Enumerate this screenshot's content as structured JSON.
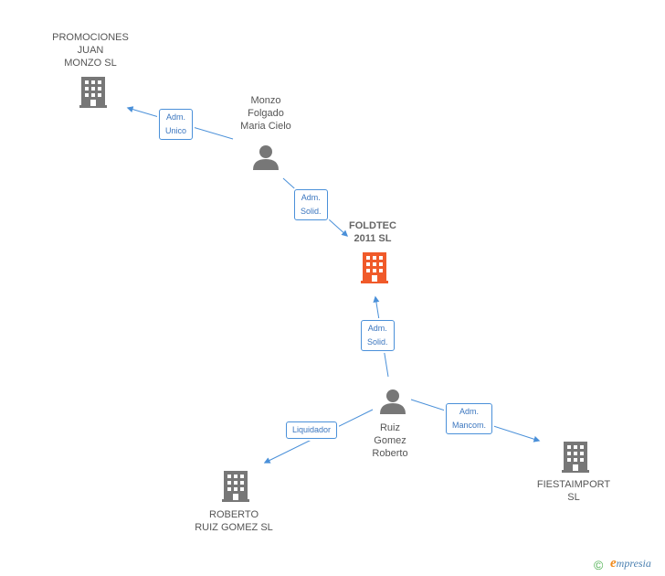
{
  "nodes": {
    "promociones": {
      "label": "PROMOCIONES\nJUAN\nMONZO SL",
      "kind": "company"
    },
    "monzo": {
      "label": "Monzo\nFolgado\nMaria Cielo",
      "kind": "person"
    },
    "foldtec": {
      "label": "FOLDTEC\n2011 SL",
      "kind": "company-main"
    },
    "ruiz": {
      "label": "Ruiz\nGomez\nRoberto",
      "kind": "person"
    },
    "fiestaimport": {
      "label": "FIESTAIMPORT\nSL",
      "kind": "company"
    },
    "roberto_sl": {
      "label": "ROBERTO\nRUIZ GOMEZ SL",
      "kind": "company"
    }
  },
  "edges": {
    "monzo_promociones": {
      "label": "Adm.\nUnico"
    },
    "monzo_foldtec": {
      "label": "Adm.\nSolid."
    },
    "ruiz_foldtec": {
      "label": "Adm.\nSolid."
    },
    "ruiz_fiestaimport": {
      "label": "Adm.\nMancom."
    },
    "ruiz_roberto_sl": {
      "label": "Liquidador"
    }
  },
  "footer": {
    "copyright_symbol": "©",
    "brand_initial": "e",
    "brand_rest": "mpresia"
  },
  "colors": {
    "edge": "#4a90d9",
    "company_icon": "#777777",
    "main_icon": "#f05a2a",
    "person_icon": "#777777"
  }
}
